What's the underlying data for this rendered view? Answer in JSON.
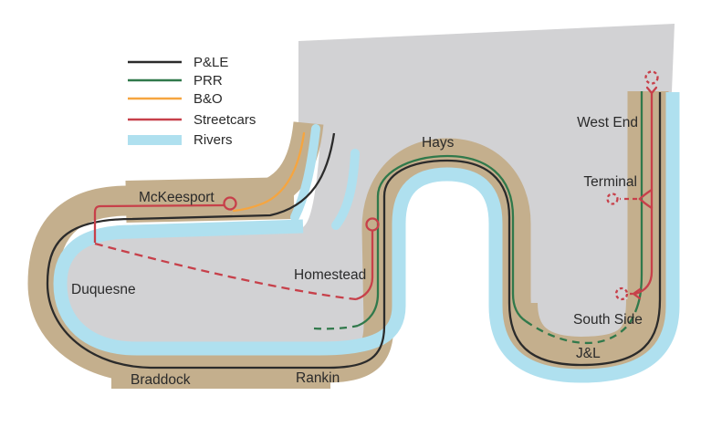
{
  "palette": {
    "background": "#FFFFFF",
    "land_gray": "#D2D2D4",
    "valley_tan": "#C4AF8D",
    "rivers": "#AFE0EF",
    "pnle_black": "#2B2B2B",
    "prr_green": "#30794B",
    "bo_orange": "#F6A53F",
    "streetcar_red": "#C7404A",
    "label_text": "#2A2A2A"
  },
  "legend": {
    "items": [
      {
        "label": "P&LE",
        "color": "#2B2B2B",
        "icon": "line-swatch"
      },
      {
        "label": "PRR",
        "color": "#30794B",
        "icon": "line-swatch"
      },
      {
        "label": "B&O",
        "color": "#F6A53F",
        "icon": "line-swatch"
      },
      {
        "label": "Streetcars",
        "color": "#C7404A",
        "icon": "line-swatch"
      },
      {
        "label": "Rivers",
        "color": "#AFE0EF",
        "icon": "band-swatch"
      }
    ]
  },
  "map": {
    "labels": {
      "mckeesport": "McKeesport",
      "duquesne": "Duquesne",
      "braddock": "Braddock",
      "rankin": "Rankin",
      "homestead": "Homestead",
      "hays": "Hays",
      "west_end": "West End",
      "terminal": "Terminal",
      "south_side": "South Side",
      "jl": "J&L"
    }
  }
}
